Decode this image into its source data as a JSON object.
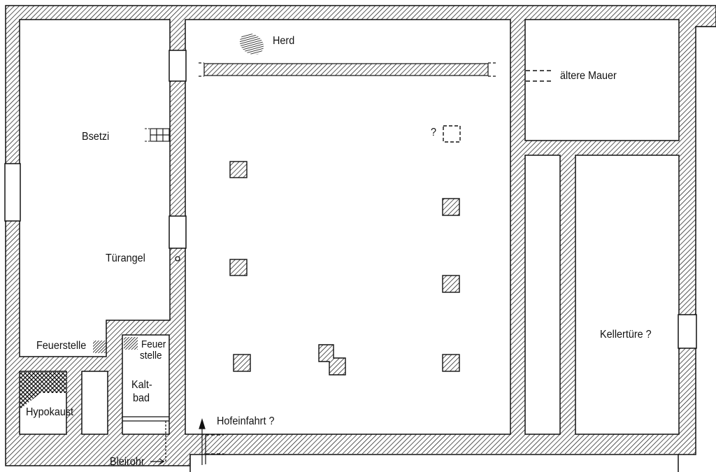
{
  "labels": {
    "herd": "Herd",
    "aeltere_mauer": "ältere Mauer",
    "bsetzi": "Bsetzi",
    "question": "?",
    "turangel": "Türangel",
    "feuerstelle_left": "Feuerstelle",
    "feuerstelle_right_1": "Feuer",
    "feuerstelle_right_2": "stelle",
    "kaltbad_1": "Kalt-",
    "kaltbad_2": "bad",
    "hypokaust": "Hypokaust",
    "hofeinfahrt": "Hofeinfahrt ?",
    "bleirohr": "Bleirohr",
    "kellertuere": "Kellertüre ?"
  },
  "colors": {
    "ink": "#111111",
    "paper": "#ffffff"
  }
}
